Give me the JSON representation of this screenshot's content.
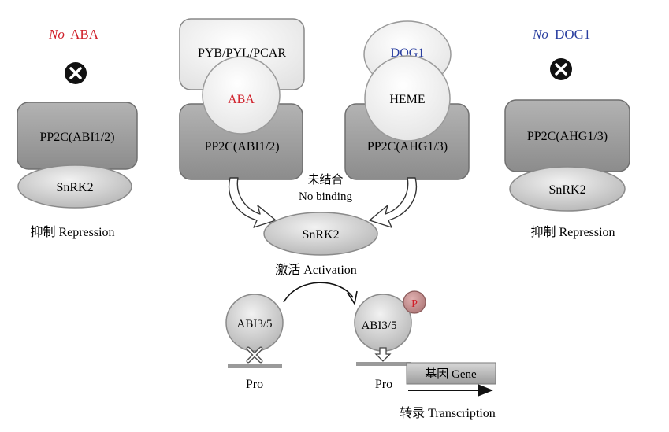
{
  "left_panel": {
    "no_prefix": "No",
    "no_suffix": "ABA",
    "pp2c_label": "PP2C(ABI1/2)",
    "snrk2_label": "SnRK2",
    "caption": "抑制 Repression"
  },
  "center_left": {
    "receptor_label": "PYB/PYL/PCAR",
    "ligand_label": "ABA",
    "pp2c_label": "PP2C(ABI1/2)"
  },
  "center_right": {
    "receptor_label": "DOG1",
    "ligand_label": "HEME",
    "pp2c_label": "PP2C(AHG1/3)"
  },
  "right_panel": {
    "no_prefix": "No",
    "no_suffix": "DOG1",
    "pp2c_label": "PP2C(AHG1/3)",
    "snrk2_label": "SnRK2",
    "caption": "抑制 Repression"
  },
  "middle": {
    "no_binding_cn": "未结合",
    "no_binding_en": "No binding",
    "snrk2_label": "SnRK2",
    "activation": "激活 Activation"
  },
  "bottom": {
    "abi_left": "ABI3/5",
    "abi_right": "ABI3/5",
    "phospho": "P",
    "pro_left": "Pro",
    "pro_right": "Pro",
    "gene": "基因 Gene",
    "transcription": "转录 Transcription"
  },
  "colors": {
    "aba_red": "#d0202a",
    "dog_blue": "#2a3fa0",
    "gray_box": "#9a9a9a",
    "ellipse_gray": "#c9c9c9"
  }
}
